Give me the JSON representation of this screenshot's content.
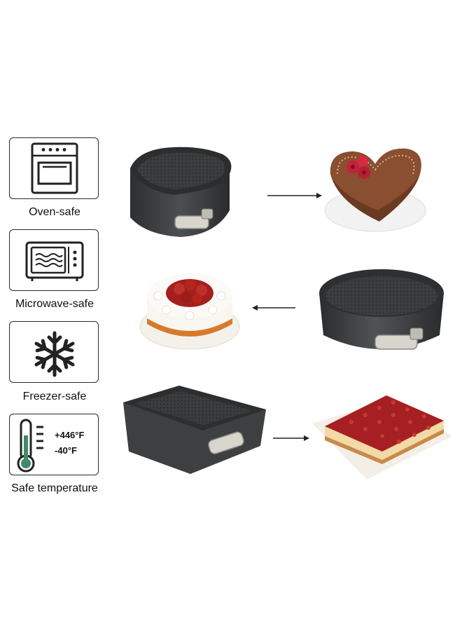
{
  "features": [
    {
      "label": "Oven-safe",
      "icon": "oven-icon"
    },
    {
      "label": "Microwave-safe",
      "icon": "microwave-icon"
    },
    {
      "label": "Freezer-safe",
      "icon": "snowflake-icon"
    },
    {
      "label": "Safe temperature",
      "icon": "thermometer-icon"
    }
  ],
  "temperature": {
    "high": "+446°F",
    "low": "-40°F"
  },
  "colors": {
    "icon_stroke": "#222222",
    "thermo_fill": "#3e8a6a",
    "pan": "#3a3c3d",
    "cake_red": "#a3201f",
    "chocolate": "#6b3a23"
  }
}
